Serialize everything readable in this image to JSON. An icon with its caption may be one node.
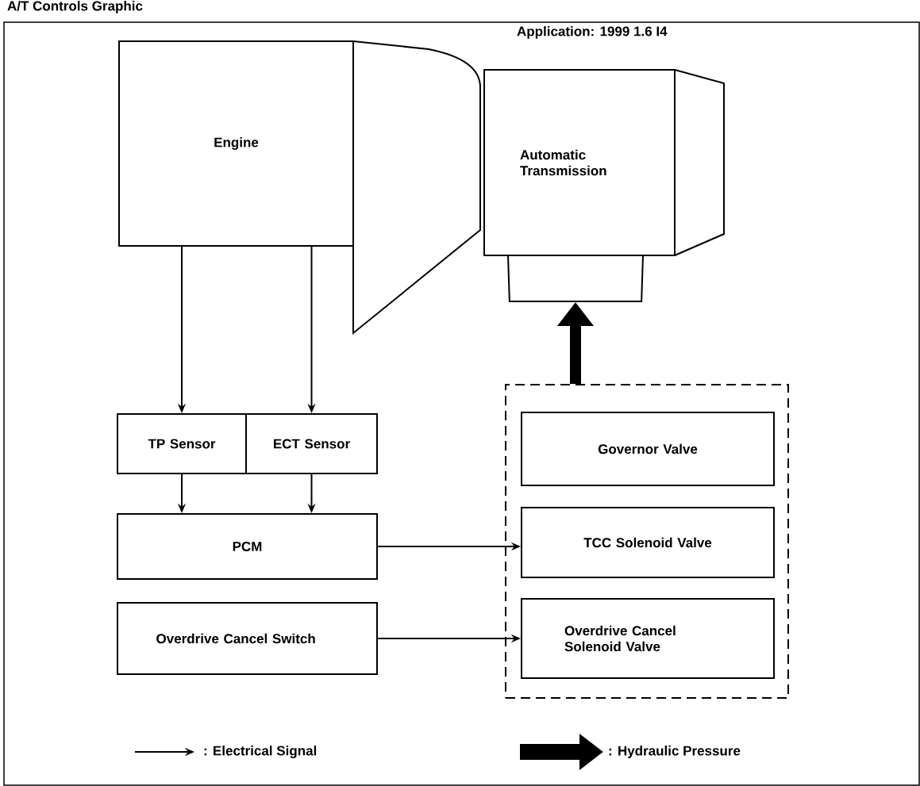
{
  "diagram": {
    "title": "A/T Controls Graphic",
    "nodes": [
      {
        "text": [
          "Engine"
        ]
      },
      {
        "text": [
          "Automatic Transmission"
        ]
      },
      {
        "text": [],
        "shape": "trapezoid"
      },
      {
        "text": [
          "TP Sensor"
        ]
      },
      {
        "text": [
          "ECT Sensor"
        ]
      },
      {
        "text": [
          "PCM"
        ]
      },
      {
        "text": [
          "Overdrive Cancel Switch"
        ]
      },
      {
        "text": [],
        "shape": "box"
      },
      {
        "text": [
          "Governor Valve"
        ],
        "in": 7
      },
      {
        "text": [
          "TCC Solenoid Valve"
        ],
        "in": 7
      },
      {
        "text": [
          "Overdrive Cancel Solenoid Valve"
        ],
        "in": 7
      }
    ],
    "edges": [
      {
        "from": 0,
        "to": 3,
        "arrow": "to"
      },
      {
        "from": 0,
        "to": 4,
        "arrow": "to"
      },
      {
        "from": 3,
        "to": 5,
        "arrow": "to"
      },
      {
        "from": 4,
        "to": 5,
        "arrow": "to"
      },
      {
        "from": 5,
        "to": 9,
        "arrow": "to"
      },
      {
        "from": 6,
        "to": 10,
        "arrow": "to"
      },
      {
        "from": 7,
        "to": 2,
        "arrow": "to",
        "style": "thick"
      }
    ],
    "labels": [
      "Application: 1999 1.6 I4"
    ],
    "legend": [
      {
        "text": ": Electrical Signal"
      },
      {
        "text": ": Hydraulic Pressure"
      }
    ]
  }
}
